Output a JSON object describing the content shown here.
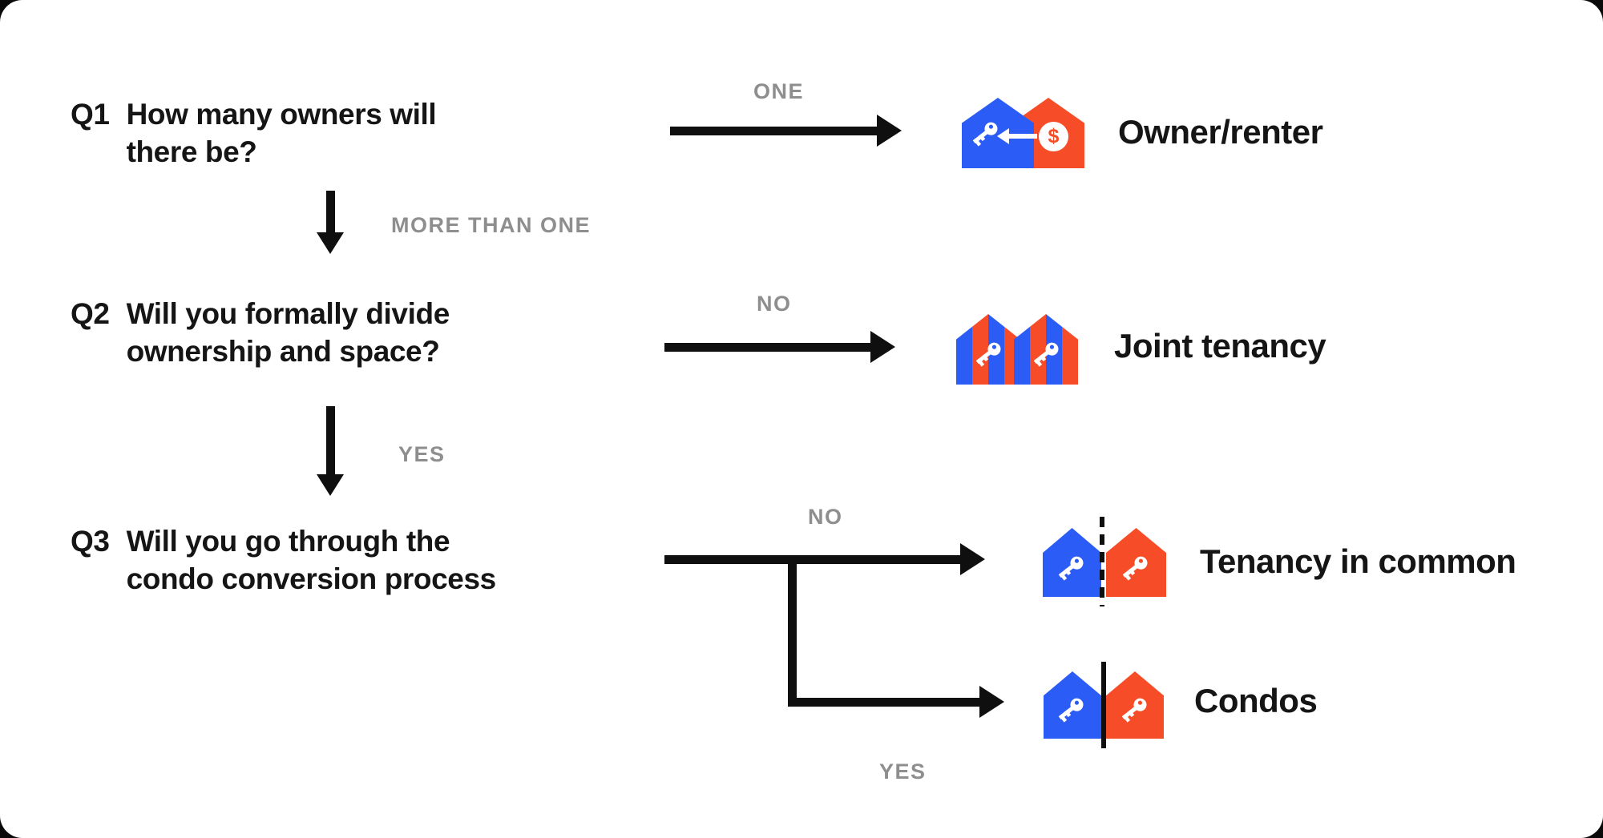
{
  "diagram": {
    "questions": [
      {
        "id": "Q1",
        "line1": "How many owners will",
        "line2": "there be?"
      },
      {
        "id": "Q2",
        "line1": "Will you formally divide",
        "line2": "ownership and space?"
      },
      {
        "id": "Q3",
        "line1": "Will you go through the",
        "line2": "condo conversion process"
      }
    ],
    "edge_labels": {
      "q1_one": "ONE",
      "q1_more_than_one": "MORE THAN ONE",
      "q2_no": "NO",
      "q2_yes": "YES",
      "q3_no": "NO",
      "q3_yes": "YES"
    },
    "outcomes": [
      {
        "label": "Owner/renter"
      },
      {
        "label": "Joint tenancy"
      },
      {
        "label": "Tenancy in common"
      },
      {
        "label": "Condos"
      }
    ],
    "icon_glyphs": {
      "dollar_sign": "$"
    },
    "colors": {
      "house_blue": "#2b5cf5",
      "house_orange": "#f64d28",
      "label_gray": "#8e8e8e",
      "text_black": "#151515",
      "arrow_black": "#0f0f0f",
      "background": "#ffffff"
    }
  }
}
